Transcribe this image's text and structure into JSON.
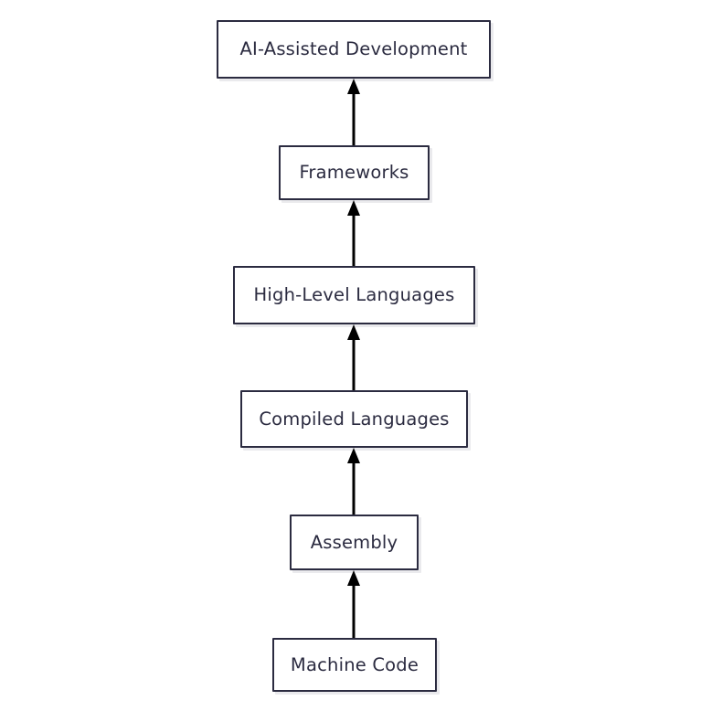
{
  "diagram": {
    "type": "flowchart",
    "orientation": "bottom-to-top",
    "title": "",
    "background_color": "#ffffff",
    "node_border_color": "#2b2b40",
    "node_fill_color": "#ffffff",
    "node_text_color": "#2b2b40",
    "edge_color": "#000000",
    "nodes": [
      {
        "id": "ai-assisted-development",
        "label": "AI-Assisted Development",
        "level": 6
      },
      {
        "id": "frameworks",
        "label": "Frameworks",
        "level": 5
      },
      {
        "id": "high-level-languages",
        "label": "High-Level Languages",
        "level": 4
      },
      {
        "id": "compiled-languages",
        "label": "Compiled Languages",
        "level": 3
      },
      {
        "id": "assembly",
        "label": "Assembly",
        "level": 2
      },
      {
        "id": "machine-code",
        "label": "Machine Code",
        "level": 1
      }
    ],
    "edges": [
      {
        "from": "machine-code",
        "to": "assembly",
        "arrow": "up"
      },
      {
        "from": "assembly",
        "to": "compiled-languages",
        "arrow": "up"
      },
      {
        "from": "compiled-languages",
        "to": "high-level-languages",
        "arrow": "up"
      },
      {
        "from": "high-level-languages",
        "to": "frameworks",
        "arrow": "up"
      },
      {
        "from": "frameworks",
        "to": "ai-assisted-development",
        "arrow": "up"
      }
    ]
  }
}
